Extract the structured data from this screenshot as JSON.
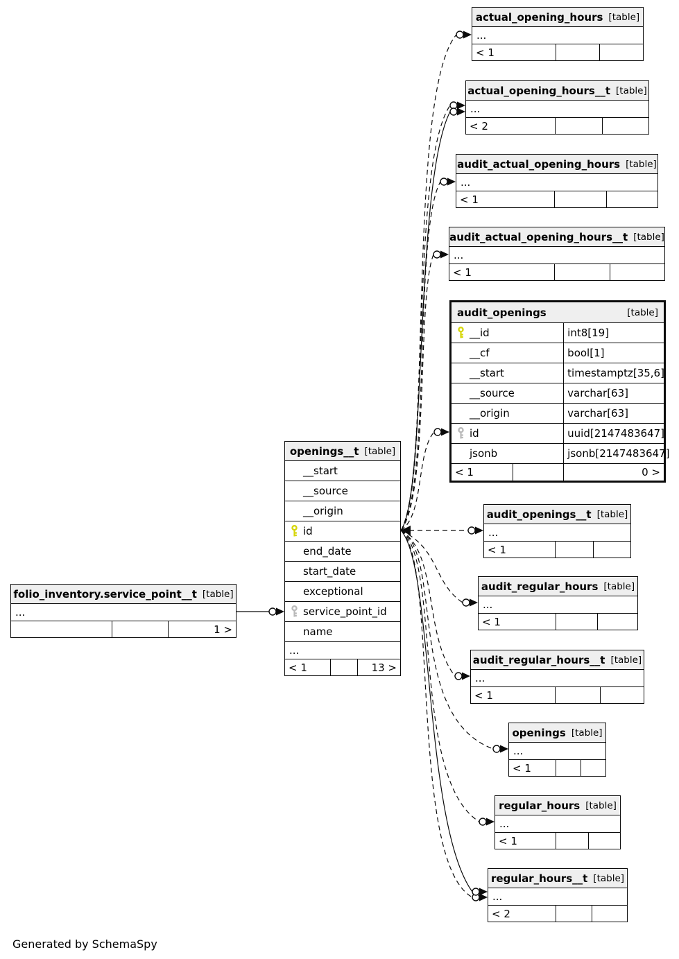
{
  "page": {
    "footer_note": "Generated by SchemaSpy"
  },
  "colors": {
    "primary_key": "#d6d60a",
    "foreign_key": "#b9b9b9",
    "header_bg": "#efefef",
    "border": "#0b0b0b",
    "background": "#ffffff"
  },
  "tables": {
    "actual_opening_hours": {
      "name": "actual_opening_hours",
      "badge": "[table]",
      "ellipsis": "...",
      "footer": {
        "left": "< 1",
        "mid": "",
        "right": ""
      }
    },
    "actual_opening_hours__t": {
      "name": "actual_opening_hours__t",
      "badge": "[table]",
      "ellipsis": "...",
      "footer": {
        "left": "< 2",
        "mid": "",
        "right": ""
      }
    },
    "audit_actual_opening_hours": {
      "name": "audit_actual_opening_hours",
      "badge": "[table]",
      "ellipsis": "...",
      "footer": {
        "left": "< 1",
        "mid": "",
        "right": ""
      }
    },
    "audit_actual_opening_hours__t": {
      "name": "audit_actual_opening_hours__t",
      "badge": "[table]",
      "ellipsis": "...",
      "footer": {
        "left": "< 1",
        "mid": "",
        "right": ""
      }
    },
    "audit_openings": {
      "name": "audit_openings",
      "badge": "[table]",
      "columns": [
        {
          "name": "__id",
          "type": "int8[19]",
          "key": "primary"
        },
        {
          "name": "__cf",
          "type": "bool[1]",
          "key": null
        },
        {
          "name": "__start",
          "type": "timestamptz[35,6]",
          "key": null
        },
        {
          "name": "__source",
          "type": "varchar[63]",
          "key": null
        },
        {
          "name": "__origin",
          "type": "varchar[63]",
          "key": null
        },
        {
          "name": "id",
          "type": "uuid[2147483647]",
          "key": "foreign"
        },
        {
          "name": "jsonb",
          "type": "jsonb[2147483647]",
          "key": null
        }
      ],
      "footer": {
        "left": "< 1",
        "mid": "",
        "right": "0 >"
      }
    },
    "openings__t": {
      "name": "openings__t",
      "badge": "[table]",
      "columns": [
        {
          "name": "__start",
          "key": null
        },
        {
          "name": "__source",
          "key": null
        },
        {
          "name": "__origin",
          "key": null
        },
        {
          "name": "id",
          "key": "primary"
        },
        {
          "name": "end_date",
          "key": null
        },
        {
          "name": "start_date",
          "key": null
        },
        {
          "name": "exceptional",
          "key": null
        },
        {
          "name": "service_point_id",
          "key": "foreign"
        },
        {
          "name": "name",
          "key": null
        }
      ],
      "ellipsis": "...",
      "footer": {
        "left": "< 1",
        "mid": "",
        "right": "13 >"
      }
    },
    "service_point__t": {
      "name": "folio_inventory.service_point__t",
      "badge": "[table]",
      "ellipsis": "...",
      "footer": {
        "left": "",
        "mid": "",
        "right": "1 >"
      }
    },
    "audit_openings__t": {
      "name": "audit_openings__t",
      "badge": "[table]",
      "ellipsis": "...",
      "footer": {
        "left": "< 1",
        "mid": "",
        "right": ""
      }
    },
    "audit_regular_hours": {
      "name": "audit_regular_hours",
      "badge": "[table]",
      "ellipsis": "...",
      "footer": {
        "left": "< 1",
        "mid": "",
        "right": ""
      }
    },
    "audit_regular_hours__t": {
      "name": "audit_regular_hours__t",
      "badge": "[table]",
      "ellipsis": "...",
      "footer": {
        "left": "< 1",
        "mid": "",
        "right": ""
      }
    },
    "openings": {
      "name": "openings",
      "badge": "[table]",
      "ellipsis": "...",
      "footer": {
        "left": "< 1",
        "mid": "",
        "right": ""
      }
    },
    "regular_hours": {
      "name": "regular_hours",
      "badge": "[table]",
      "ellipsis": "...",
      "footer": {
        "left": "< 1",
        "mid": "",
        "right": ""
      }
    },
    "regular_hours__t": {
      "name": "regular_hours__t",
      "badge": "[table]",
      "ellipsis": "...",
      "footer": {
        "left": "< 2",
        "mid": "",
        "right": ""
      }
    }
  },
  "relationships": [
    {
      "from": "openings__t.id",
      "to": "actual_opening_hours",
      "style": "dashed"
    },
    {
      "from": "openings__t.id",
      "to": "actual_opening_hours__t",
      "style": "dashed"
    },
    {
      "from": "openings__t.id",
      "to": "actual_opening_hours__t",
      "style": "solid"
    },
    {
      "from": "openings__t.id",
      "to": "audit_actual_opening_hours",
      "style": "dashed"
    },
    {
      "from": "openings__t.id",
      "to": "audit_actual_opening_hours__t",
      "style": "dashed"
    },
    {
      "from": "openings__t.id",
      "to": "audit_openings.id",
      "style": "dashed"
    },
    {
      "from": "openings__t.id",
      "to": "audit_openings__t",
      "style": "dashed"
    },
    {
      "from": "openings__t.id",
      "to": "audit_regular_hours",
      "style": "dashed"
    },
    {
      "from": "openings__t.id",
      "to": "audit_regular_hours__t",
      "style": "dashed"
    },
    {
      "from": "openings__t.id",
      "to": "openings",
      "style": "dashed"
    },
    {
      "from": "openings__t.id",
      "to": "regular_hours",
      "style": "dashed"
    },
    {
      "from": "openings__t.id",
      "to": "regular_hours__t",
      "style": "dashed"
    },
    {
      "from": "openings__t.id",
      "to": "regular_hours__t",
      "style": "solid"
    },
    {
      "from": "folio_inventory.service_point__t",
      "to": "openings__t.service_point_id",
      "style": "solid"
    }
  ]
}
